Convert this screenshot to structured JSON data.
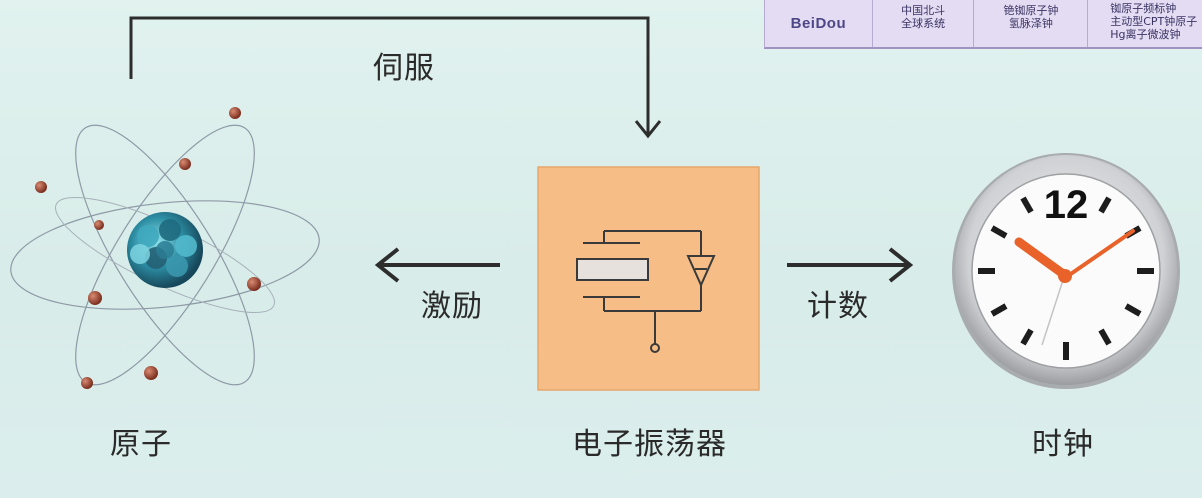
{
  "labels": {
    "feedback": "伺服",
    "excite": "激励",
    "count": "计数",
    "atom": "原子",
    "oscillator": "电子振荡器",
    "clock": "时钟"
  },
  "table": {
    "brand": "BeiDou",
    "col1": [
      "中国北斗",
      "全球系统"
    ],
    "col2": [
      "铯铷原子钟",
      "氢脉泽钟"
    ],
    "col3": [
      "铷原子频标钟",
      "主动型CPT钟原子",
      "Hg离子微波钟"
    ]
  },
  "clock_face": {
    "number": "12"
  },
  "colors": {
    "background": "#dcefec",
    "oscillator_box": "#f6bd86",
    "arrow": "#2d2d2d",
    "minute_hand": "#e8622a",
    "clock_rim": "#bfc1c4"
  }
}
